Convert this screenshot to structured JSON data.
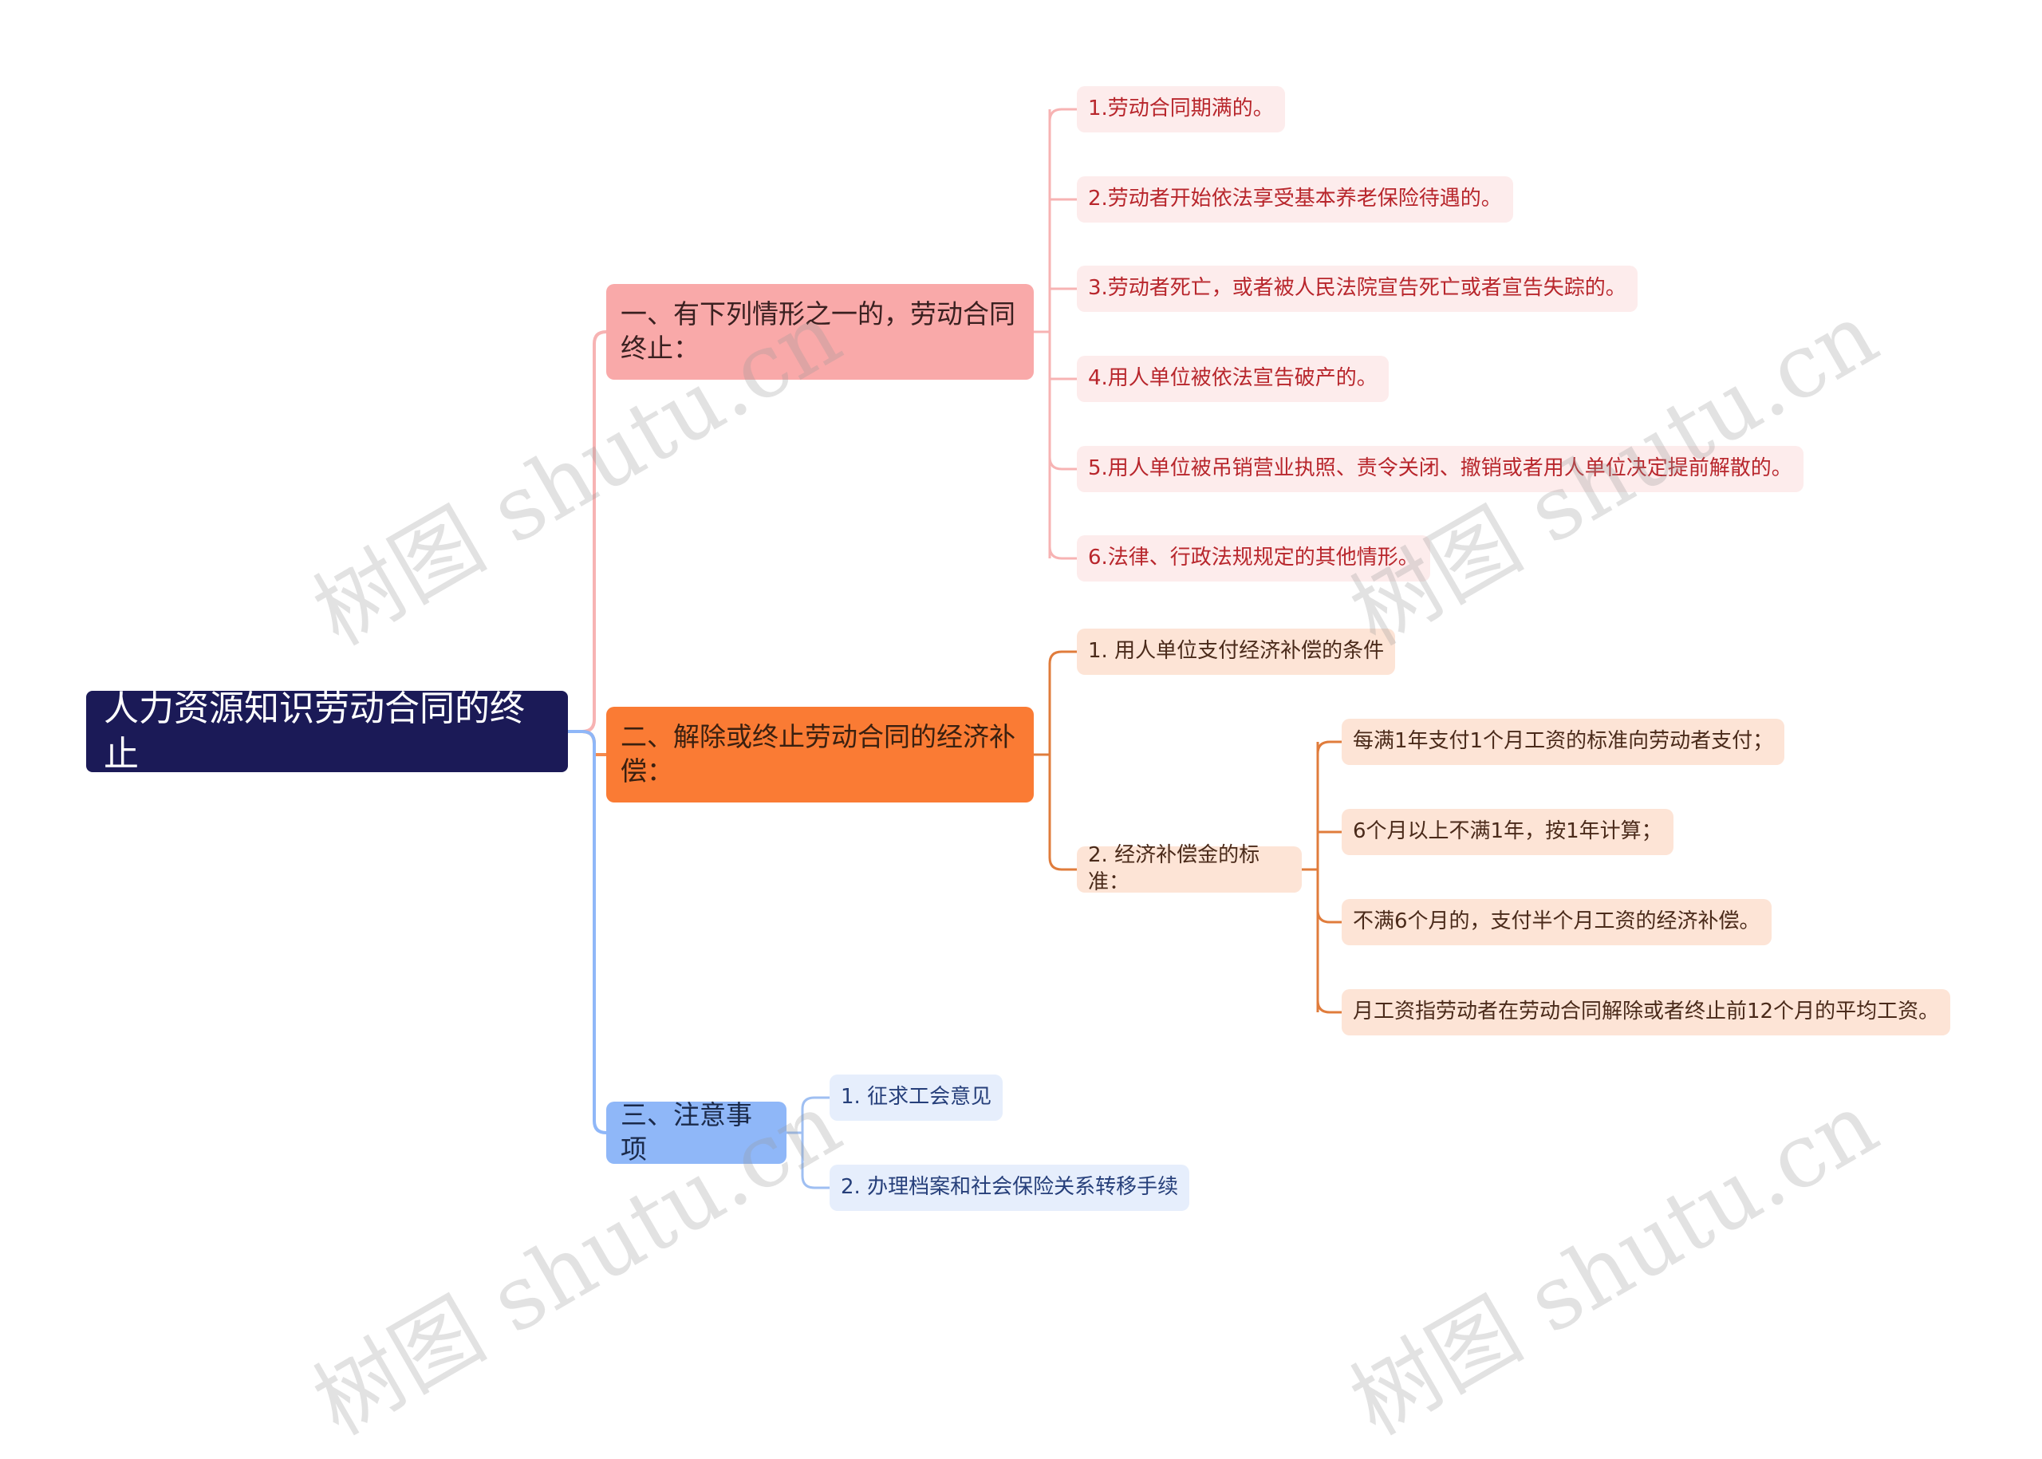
{
  "root": "人力资源知识劳动合同的终止",
  "branch1": {
    "title": "一、有下列情形之一的，劳动合同终止：",
    "items": [
      "1.劳动合同期满的。",
      "2.劳动者开始依法享受基本养老保险待遇的。",
      "3.劳动者死亡，或者被人民法院宣告死亡或者宣告失踪的。",
      "4.用人单位被依法宣告破产的。",
      "5.用人单位被吊销营业执照、责令关闭、撤销或者用人单位决定提前解散的。",
      "6.法律、行政法规规定的其他情形。"
    ]
  },
  "branch2": {
    "title": "二、解除或终止劳动合同的经济补偿：",
    "item1": "1. 用人单位支付经济补偿的条件",
    "item2": "2. 经济补偿金的标准：",
    "subitems": [
      "每满1年支付1个月工资的标准向劳动者支付；",
      "6个月以上不满1年，按1年计算；",
      "不满6个月的，支付半个月工资的经济补偿。",
      "月工资指劳动者在劳动合同解除或者终止前12个月的平均工资。"
    ]
  },
  "branch3": {
    "title": "三、注意事项",
    "items": [
      "1. 征求工会意见",
      "2. 办理档案和社会保险关系转移手续"
    ]
  },
  "watermark": "树图 shutu.cn",
  "colors": {
    "root": "#1b1a57",
    "branch1": "#f9a9a9",
    "branch2": "#fa7b34",
    "branch3": "#8fb7f8"
  }
}
